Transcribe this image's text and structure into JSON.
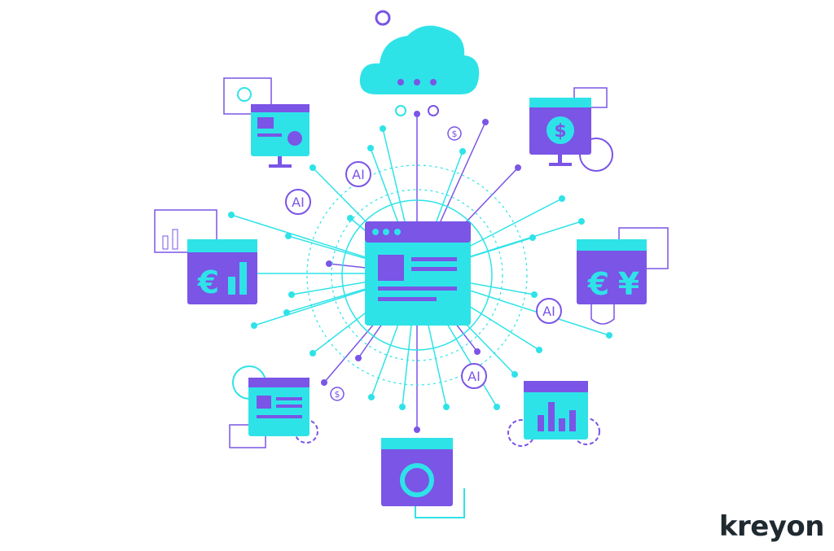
{
  "colors": {
    "cyan": "#2ee3e8",
    "purple": "#7a55e6",
    "background": "#ffffff",
    "logo": "#1f2a30"
  },
  "ai_badges": [
    "AI",
    "AI",
    "AI",
    "AI"
  ],
  "currency": {
    "left_window": "€",
    "right_window_1": "€",
    "right_window_2": "¥",
    "top_right_monitor": "$",
    "coin_1": "$",
    "coin_2": "$"
  },
  "logo": "kreyon"
}
